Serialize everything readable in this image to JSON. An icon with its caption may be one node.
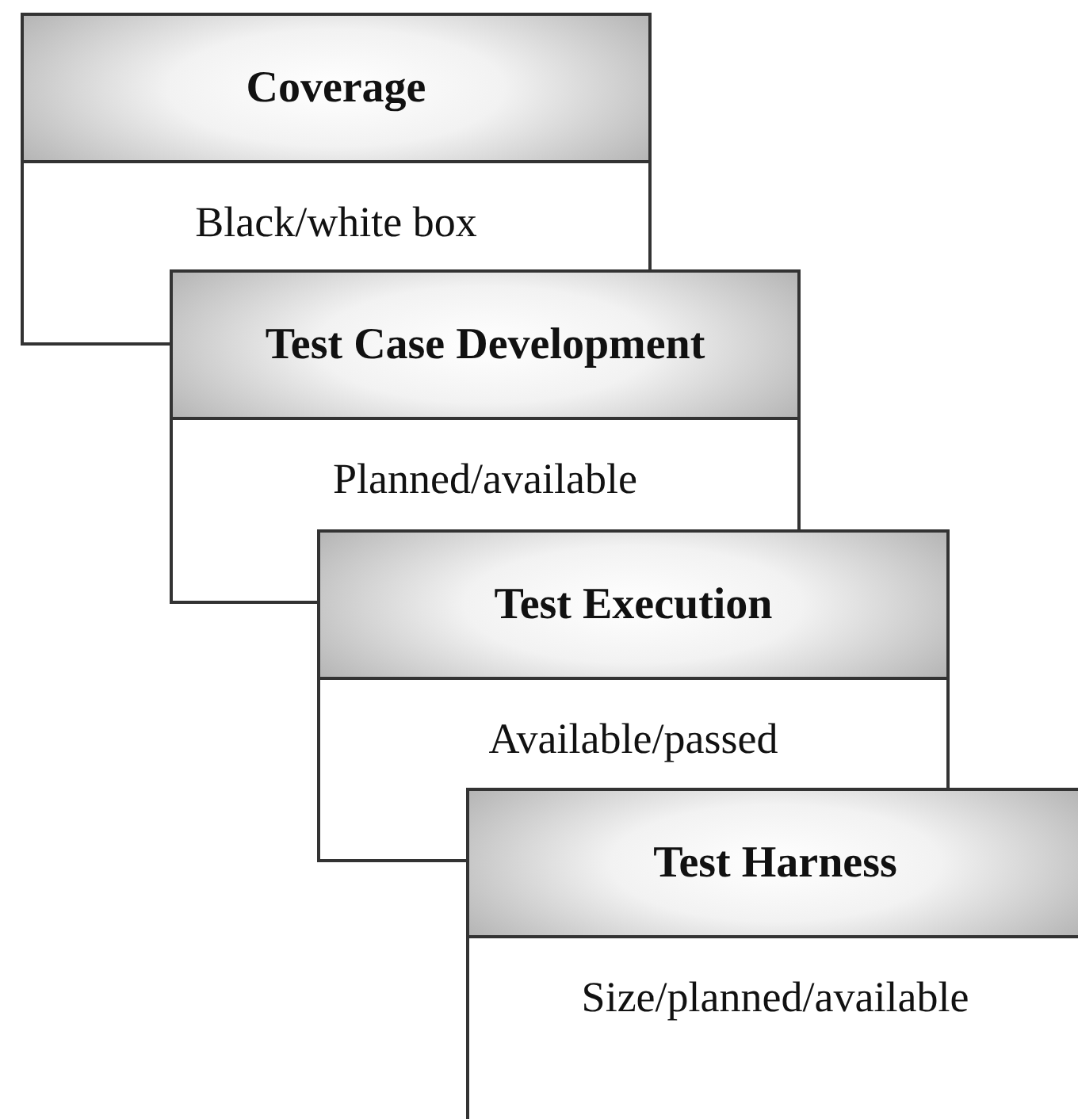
{
  "diagram": {
    "nodes": [
      {
        "text": [
          "Coverage",
          "Black/white box"
        ]
      },
      {
        "text": [
          "Test Case Development",
          "Planned/available"
        ]
      },
      {
        "text": [
          "Test Execution",
          "Available/passed"
        ]
      },
      {
        "text": [
          "Test Harness",
          "Size/planned/available"
        ]
      }
    ]
  }
}
